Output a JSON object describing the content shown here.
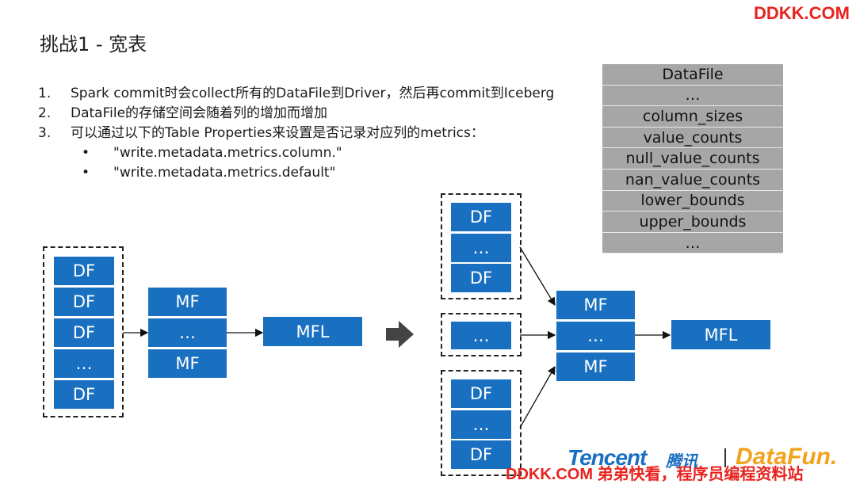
{
  "title": "挑战1 - 宽表",
  "watermark_top": "DDKK.COM",
  "watermark_bottom": "DDKK.COM 弟弟快看，程序员编程资料站",
  "list": [
    {
      "num": "1.",
      "text": "Spark commit时会collect所有的DataFile到Driver，然后再commit到Iceberg"
    },
    {
      "num": "2.",
      "text": "DataFile的存储空间会随着列的增加而增加"
    },
    {
      "num": "3.",
      "text": "可以通过以下的Table Properties来设置是否记录对应列的metrics："
    }
  ],
  "bullets": [
    {
      "dot": "•",
      "text": "\"write.metadata.metrics.column.\""
    },
    {
      "dot": "•",
      "text": "\"write.metadata.metrics.default\""
    }
  ],
  "datafile_table": [
    "DataFile",
    "…",
    "column_sizes",
    "value_counts",
    "null_value_counts",
    "nan_value_counts",
    "lower_bounds",
    "upper_bounds",
    "…"
  ],
  "left": {
    "df_boxes": [
      "DF",
      "DF",
      "DF",
      "…",
      "DF"
    ],
    "mf_boxes": [
      "MF",
      "…",
      "MF"
    ],
    "mfl": "MFL"
  },
  "right": {
    "group1": [
      "DF",
      "…",
      "DF"
    ],
    "group2": [
      "…"
    ],
    "group3": [
      "DF",
      "…",
      "DF"
    ],
    "mf_boxes": [
      "MF",
      "…",
      "MF"
    ],
    "mfl": "MFL"
  },
  "logos": {
    "tencent": "Tencent",
    "tencent_cn": "腾讯",
    "datafun": "DataFun."
  },
  "colors": {
    "box": "#1a70c0",
    "table_row": "#a6a6a6",
    "watermark": "#e8231f"
  }
}
